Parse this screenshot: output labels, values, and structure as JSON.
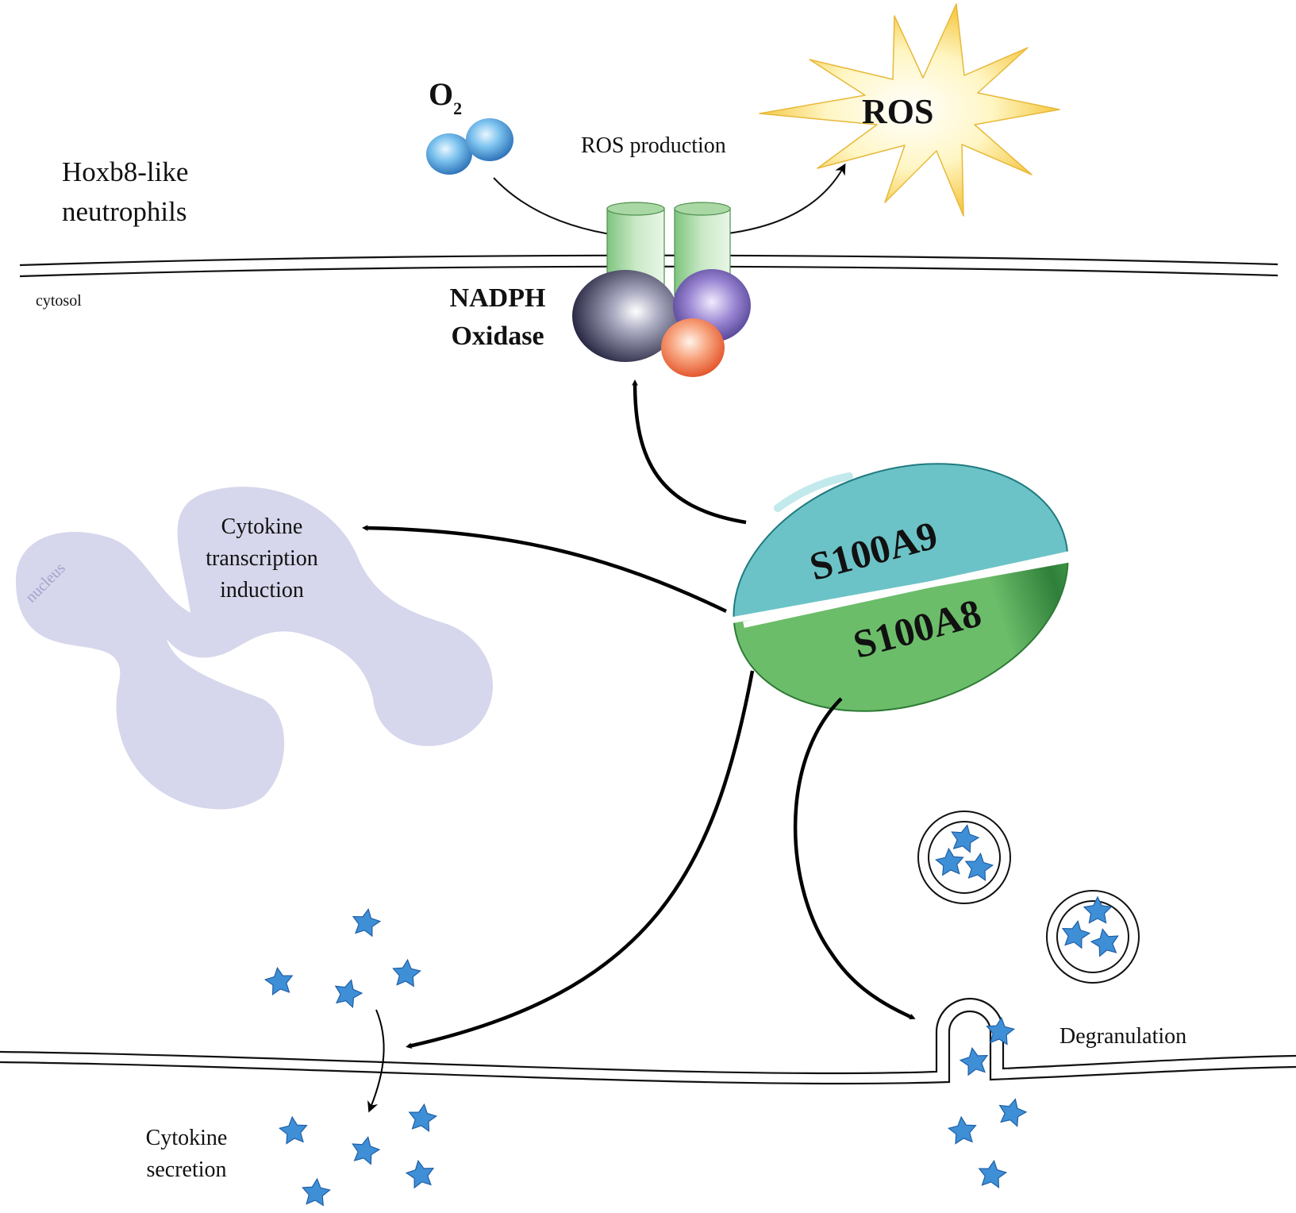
{
  "cell": {
    "title_line1": "Hoxb8-like",
    "title_line2": "neutrophils",
    "cytosol_label": "cytosol"
  },
  "oxygen": {
    "symbol": "O",
    "subscript": "2"
  },
  "ros": {
    "label": "ROS",
    "production_label": "ROS production"
  },
  "nadph_oxidase": {
    "line1": "NADPH",
    "line2": "Oxidase"
  },
  "nucleus": {
    "label": "nucleus",
    "pathway_line1": "Cytokine",
    "pathway_line2": "transcription",
    "pathway_line3": "induction"
  },
  "heterodimer": {
    "top_subunit": "S100A9",
    "bottom_subunit": "S100A8"
  },
  "cytokine_secretion": {
    "line1": "Cytokine",
    "line2": "secretion"
  },
  "degranulation": {
    "label": "Degranulation"
  },
  "colors": {
    "nucleus_fill": "#d6d6ec",
    "s100a9_fill": "#6cc3c7",
    "s100a8_fill": "#6cbd6a",
    "cytokine_star": "#3e8fd6",
    "ros_burst": "#fff3b0"
  }
}
